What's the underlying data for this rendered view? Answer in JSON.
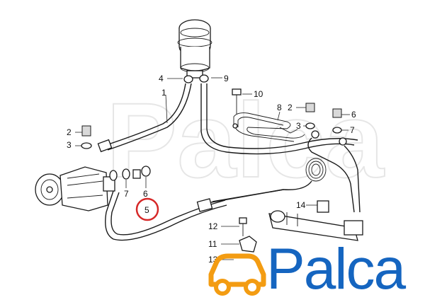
{
  "diagram": {
    "callouts": [
      {
        "id": "c1",
        "text": "1"
      },
      {
        "id": "c2a",
        "text": "2"
      },
      {
        "id": "c3a",
        "text": "3"
      },
      {
        "id": "c4",
        "text": "4"
      },
      {
        "id": "c9",
        "text": "9"
      },
      {
        "id": "c10",
        "text": "10"
      },
      {
        "id": "c8",
        "text": "8"
      },
      {
        "id": "c2b",
        "text": "2"
      },
      {
        "id": "c6b",
        "text": "6"
      },
      {
        "id": "c3b",
        "text": "3"
      },
      {
        "id": "c7b",
        "text": "7"
      },
      {
        "id": "c7a",
        "text": "7"
      },
      {
        "id": "c6a",
        "text": "6"
      },
      {
        "id": "c5",
        "text": "5"
      },
      {
        "id": "c14",
        "text": "14"
      },
      {
        "id": "c12",
        "text": "12"
      },
      {
        "id": "c11",
        "text": "11"
      },
      {
        "id": "c13",
        "text": "13"
      }
    ],
    "highlight_color": "#d62828"
  },
  "logo": {
    "text": "Palca",
    "color": "#1565c0",
    "icon": "car-icon"
  },
  "watermark": {
    "text": "Palca"
  }
}
